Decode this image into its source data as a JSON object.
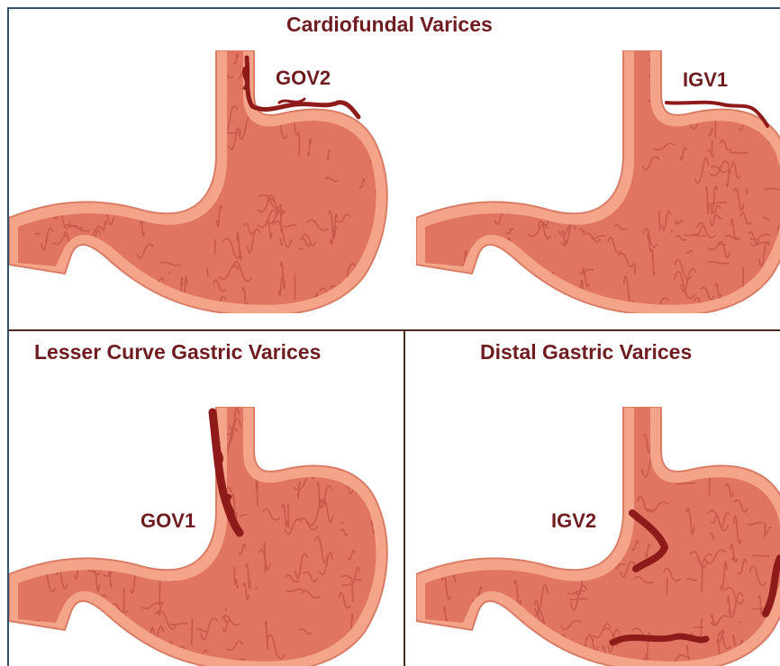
{
  "titles": {
    "cardiofundal": "Cardiofundal Varices",
    "lesser_curve": "Lesser Curve Gastric Varices",
    "distal": "Distal Gastric Varices"
  },
  "labels": {
    "gov2": "GOV2",
    "igv1": "IGV1",
    "gov1": "GOV1",
    "igv2": "IGV2"
  },
  "colors": {
    "title_text": "#6f1c20",
    "stomach_wall": "#f4a488",
    "stomach_inner": "#e07662",
    "rugae": "#c75a4b",
    "varix": "#8e1a1a",
    "divider": "#4b2a22"
  }
}
